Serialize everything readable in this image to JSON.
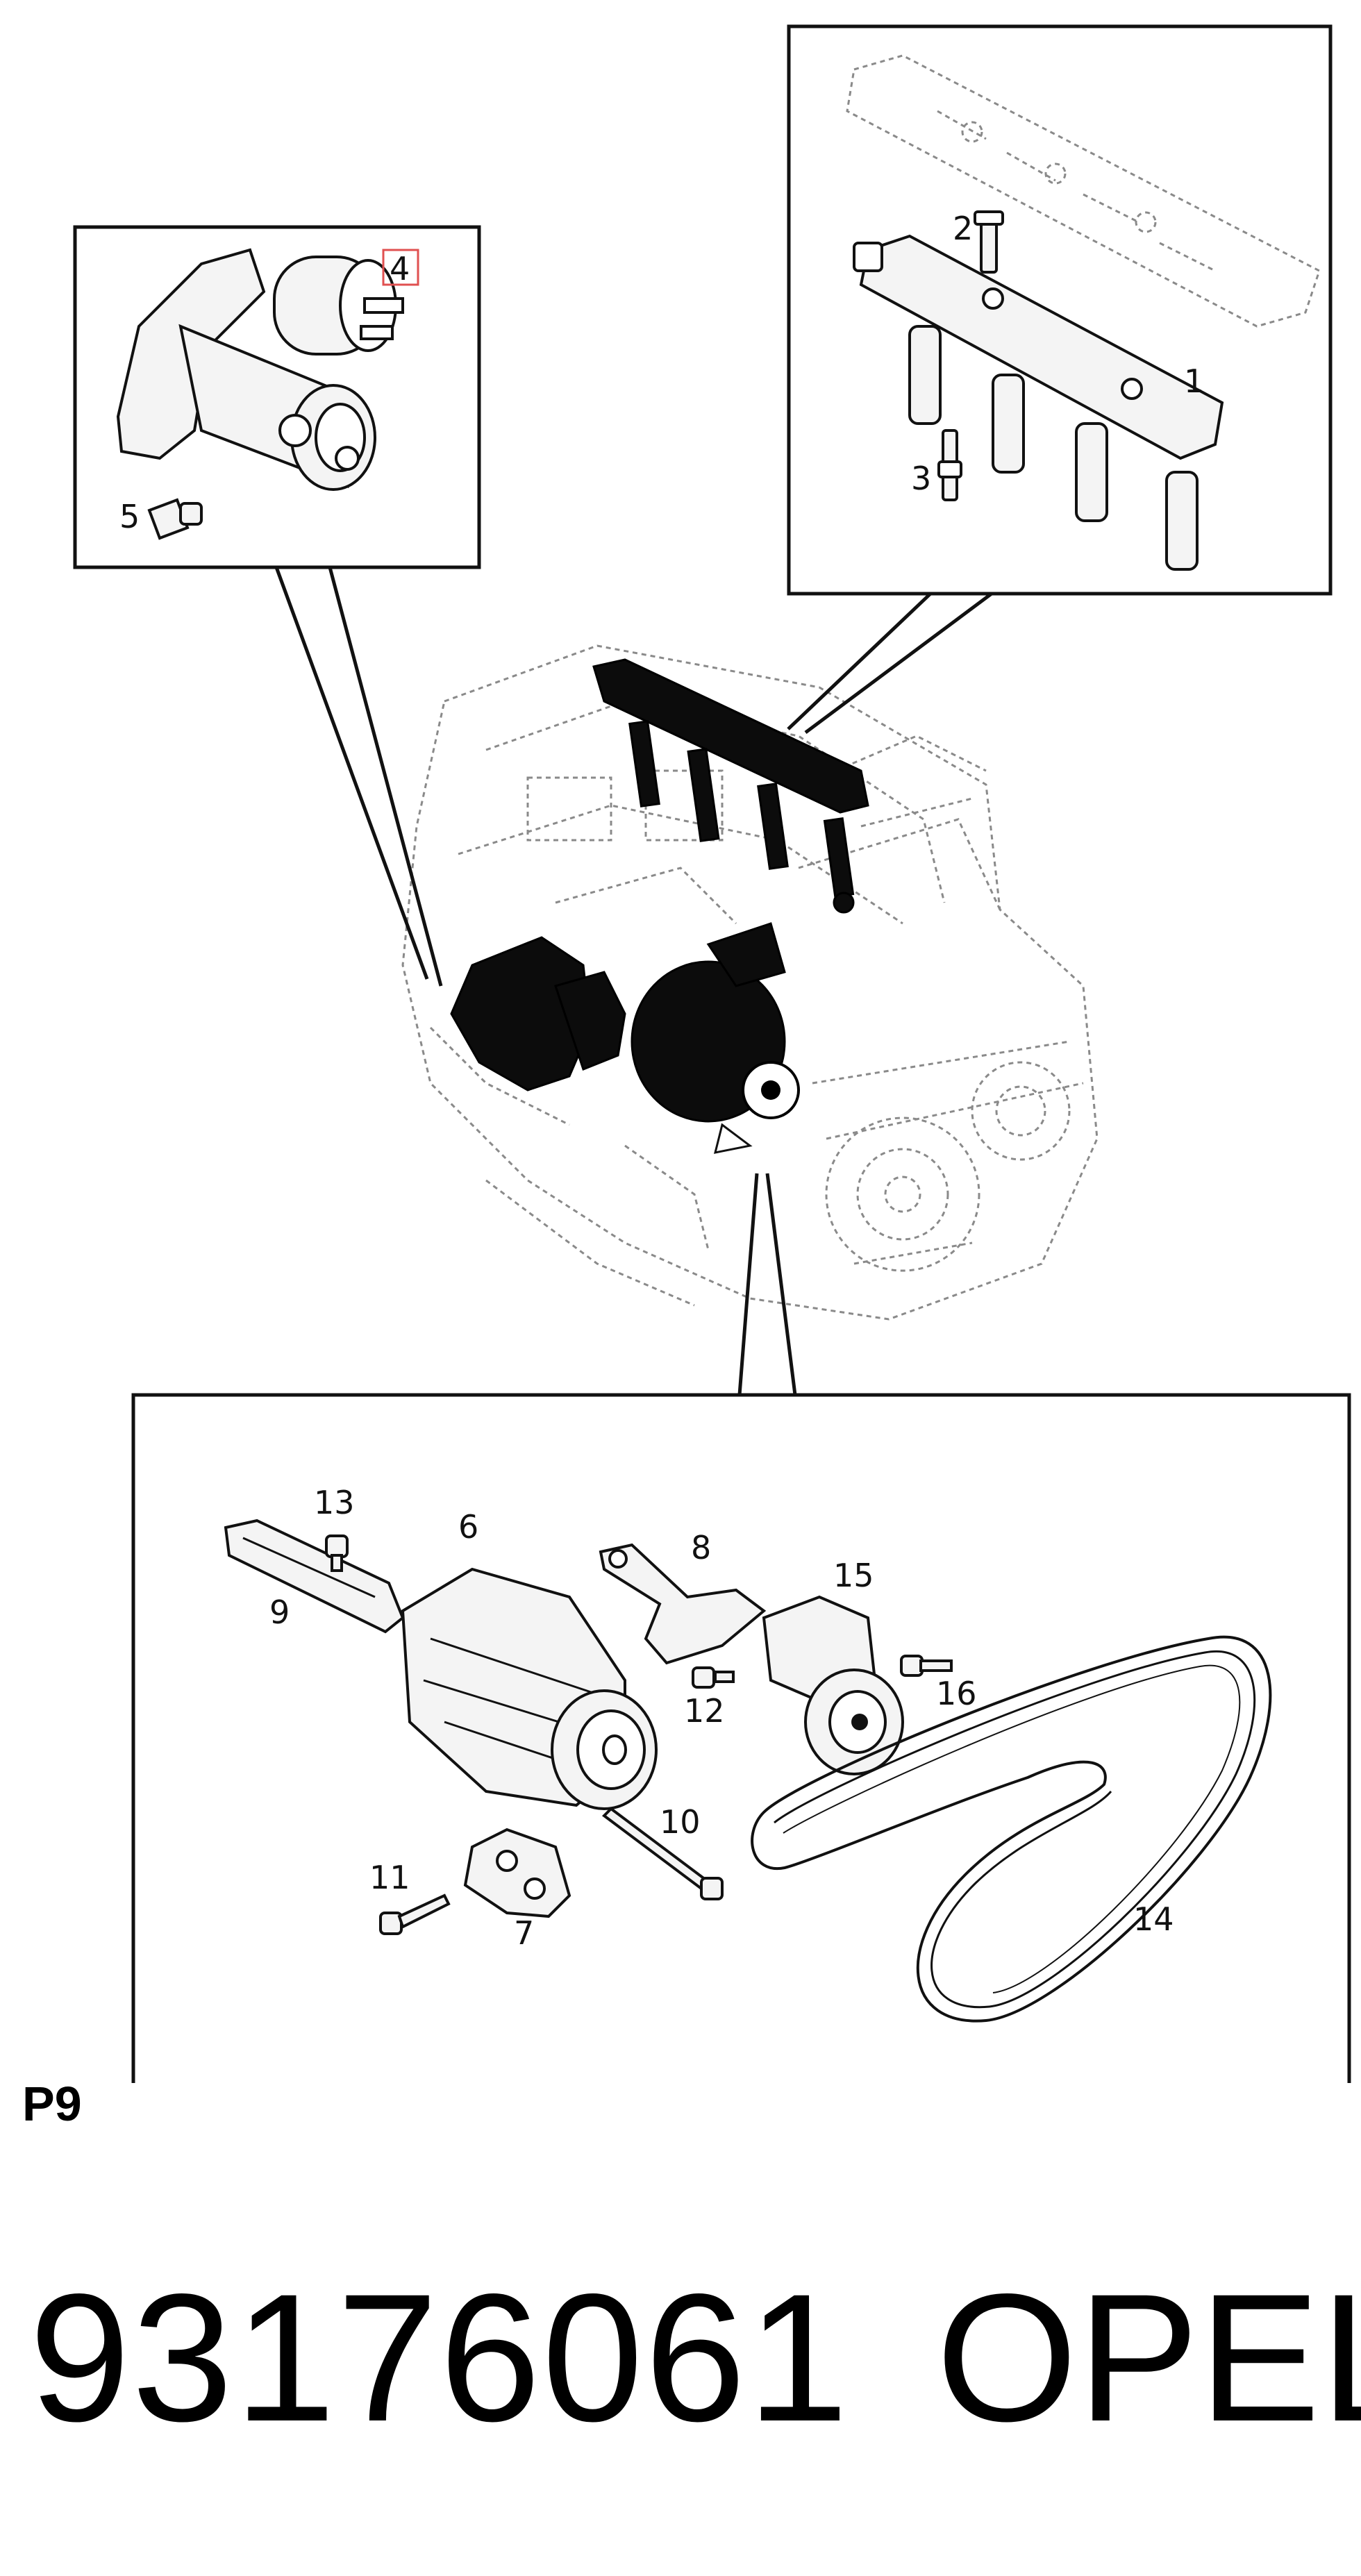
{
  "callouts": {
    "c1": "1",
    "c2": "2",
    "c3": "3",
    "c4": "4",
    "c5": "5",
    "c6": "6",
    "c7": "7",
    "c8": "8",
    "c9": "9",
    "c10": "10",
    "c11": "11",
    "c12": "12",
    "c13": "13",
    "c14": "14",
    "c15": "15",
    "c16": "16"
  },
  "highlight_color": "#e05050",
  "page_label": "P9",
  "part_number": "93176061",
  "brand": "OPEL"
}
